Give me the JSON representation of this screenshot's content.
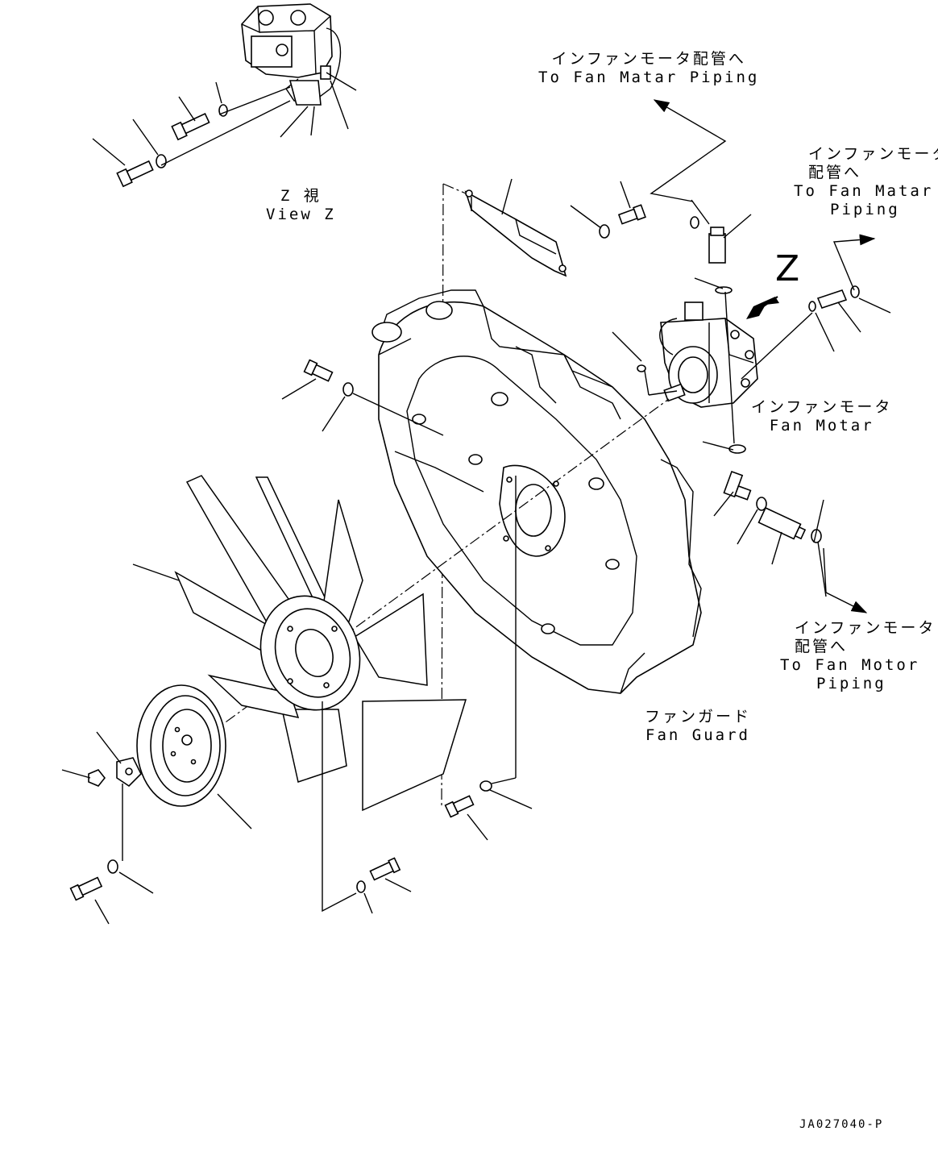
{
  "labels": {
    "fan_motor_piping_top": {
      "jp": "インファンモータ配管へ",
      "en": "To Fan Matar Piping"
    },
    "fan_motor_piping_right": {
      "jp1": "インファンモータ",
      "jp2": "配管へ",
      "en1": "To Fan Matar",
      "en2": "Piping"
    },
    "fan_motor_piping_bottom": {
      "jp1": "インファンモータ",
      "jp2": "配管へ",
      "en1": "To Fan Motor",
      "en2": "Piping"
    },
    "view_z": {
      "jp": "Z  視",
      "en": "View Z"
    },
    "view_z_marker": "Z",
    "fan_motor": {
      "jp": "インファンモータ",
      "en": "Fan Motar"
    },
    "fan_guard": {
      "jp": "ファンガード",
      "en": "Fan Guard"
    },
    "drawing_code": "JA027040-P"
  }
}
